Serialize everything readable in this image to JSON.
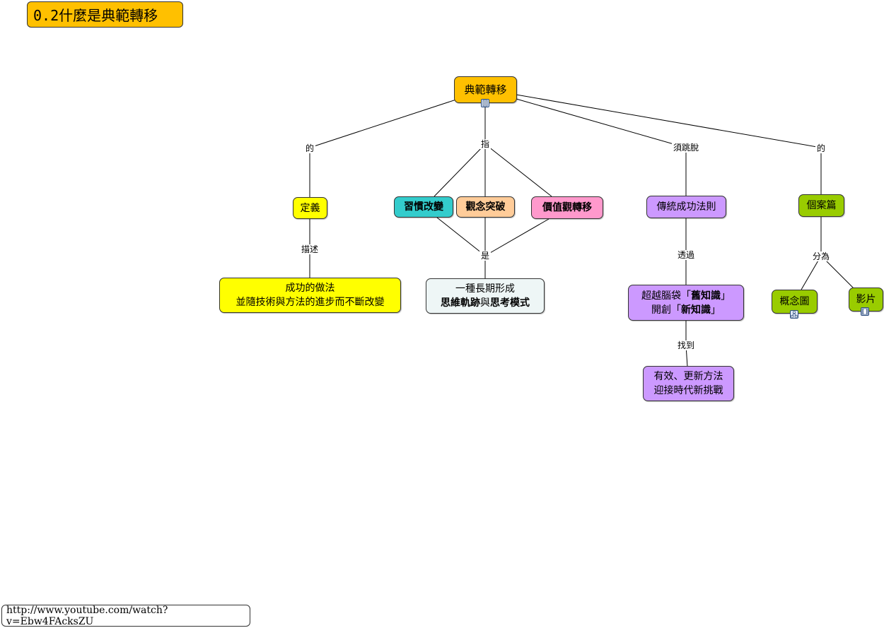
{
  "title": "0.2什麼是典範轉移",
  "url": "http://www.youtube.com/watch?v=Ebw4FAcksZU",
  "nodes": {
    "root": "典範轉移",
    "definition": "定義",
    "habit": "習慣改變",
    "concept": "觀念突破",
    "values": "價值觀轉移",
    "traditional": "傳統成功法則",
    "cases": "個案篇",
    "practice": {
      "line1": "成功的做法",
      "line2": "並隨技術與方法的進步而不斷改變"
    },
    "pattern": {
      "line1": "一種長期形成",
      "b1": "思維軌跡",
      "mid": "與",
      "b2": "思考模式"
    },
    "beyond": {
      "l1a": "超越腦袋「",
      "l1b": "舊知識",
      "l1c": "」",
      "l2a": "開創「",
      "l2b": "新知識",
      "l2c": "」"
    },
    "method": {
      "line1": "有效、更新方法",
      "line2": "迎接時代新挑戰"
    },
    "conceptmap": "概念圖",
    "video": "影片"
  },
  "links": {
    "of1": "的",
    "refers": "指",
    "breakfrom": "須跳脫",
    "of2": "的",
    "describe": "描述",
    "is": "是",
    "through": "透過",
    "find": "找到",
    "divide": "分為"
  },
  "colors": {
    "root": "#ffc000",
    "definition": "#ffff00",
    "habit": "#33cccc",
    "concept": "#ffcc99",
    "values": "#ff99cc",
    "purple": "#cc99ff",
    "green": "#99cc00",
    "pattern": "#eef6f6"
  }
}
